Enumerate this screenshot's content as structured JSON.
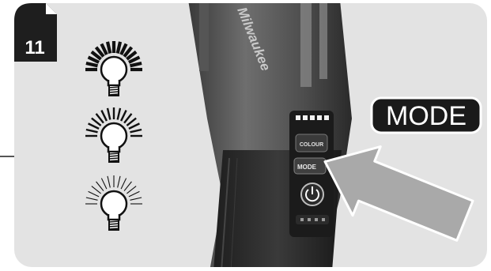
{
  "figure": {
    "step_number": "11",
    "callout_label": "MODE",
    "tool": {
      "brand": "Milwaukee",
      "colour_button_label": "COLOUR",
      "mode_button_label": "MODE",
      "power_icon": "power-icon"
    },
    "brightness_levels": [
      {
        "level": "high"
      },
      {
        "level": "medium"
      },
      {
        "level": "low"
      }
    ]
  }
}
